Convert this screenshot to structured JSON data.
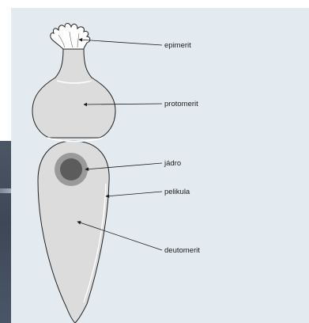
{
  "labels": {
    "epimerit": "epimerit",
    "protomerit": "protomerit",
    "jadro": "jádro",
    "pelikula": "pelikula",
    "deutomerit": "deutomerit"
  },
  "colors": {
    "panel_background": "#e3ebf0",
    "body_fill": "#dcdcdc",
    "body_outline": "#222222",
    "nucleus_outer": "#9a9a9a",
    "nucleus_inner": "#5c5c5c",
    "side_photo": "#3f4959"
  }
}
